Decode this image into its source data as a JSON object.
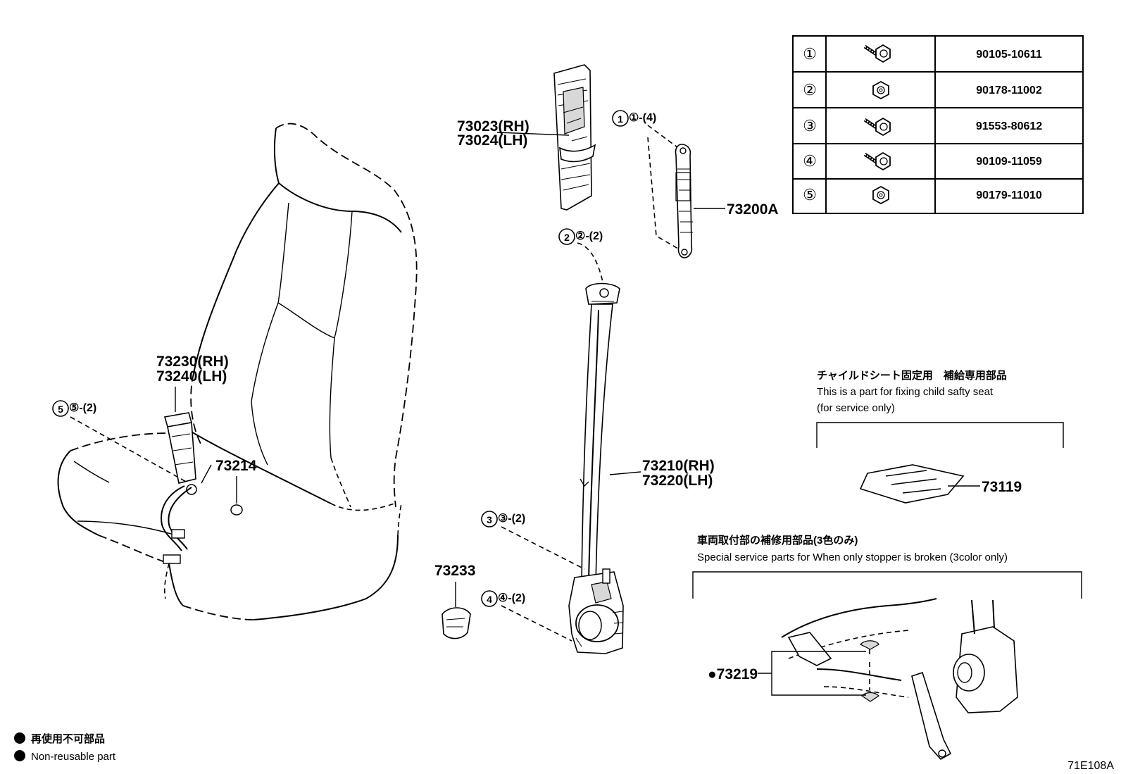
{
  "table": {
    "rows": [
      {
        "index": "①",
        "icon": "bolt-icon",
        "part_no": "90105-10611"
      },
      {
        "index": "②",
        "icon": "nut-icon",
        "part_no": "90178-11002"
      },
      {
        "index": "③",
        "icon": "bolt-icon",
        "part_no": "91553-80612"
      },
      {
        "index": "④",
        "icon": "bolt-icon",
        "part_no": "90109-11059"
      },
      {
        "index": "⑤",
        "icon": "nut-icon",
        "part_no": "90179-11010"
      }
    ]
  },
  "labels": {
    "p73023": "73023(RH)",
    "p73024": "73024(LH)",
    "fastener1": "①-(4)",
    "p73200a": "73200A",
    "fastener2": "②-(2)",
    "p73230": "73230(RH)",
    "p73240": "73240(LH)",
    "fastener5": "⑤-(2)",
    "p73214": "73214",
    "p73210": "73210(RH)",
    "p73220": "73220(LH)",
    "fastener3": "③-(2)",
    "p73233": "73233",
    "fastener4": "④-(2)",
    "p73119": "73119",
    "p73219": "●73219"
  },
  "notes": {
    "child_seat_jp": "チャイルドシート固定用　補給専用部品",
    "child_seat_en1": "This is a part for fixing child safty seat",
    "child_seat_en2": "(for service only)",
    "stopper_jp": "車両取付部の補修用部品(3色のみ)",
    "stopper_en": "Special service parts for When only stopper is broken (3color only)"
  },
  "legend": {
    "jp": "再使用不可部品",
    "en": "Non-reusable part"
  },
  "figure_id": "71E108A"
}
